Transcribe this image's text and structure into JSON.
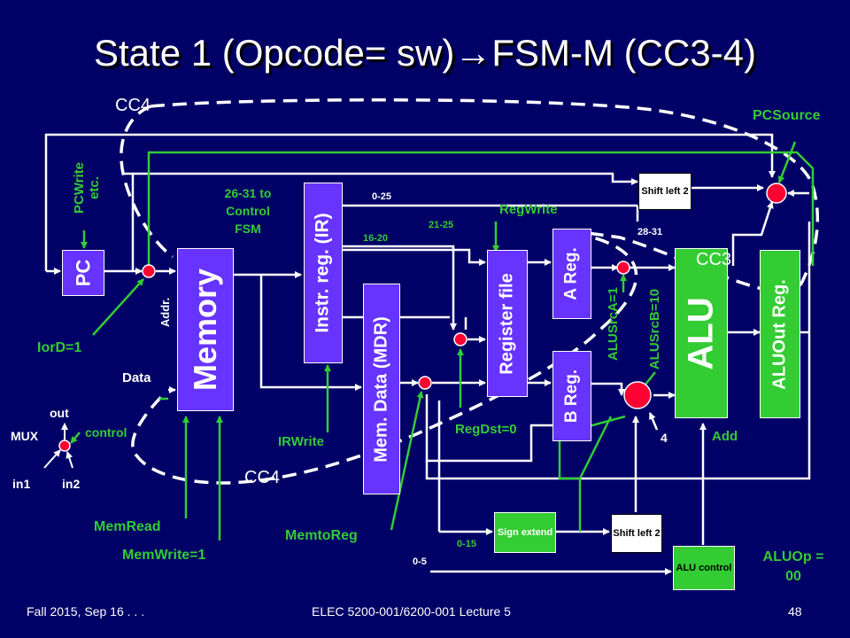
{
  "title": "State 1 (Opcode= sw)→FSM-M (CC3-4)",
  "colors": {
    "background": "#000066",
    "datapath_white": "#ffffff",
    "control_green": "#33cc33",
    "block_purple": "#6633ff",
    "block_green": "#33cc33",
    "mux_red": "#ff0033"
  },
  "blocks": {
    "pc": "PC",
    "memory": "Memory",
    "instr_reg": "Instr. reg. (IR)",
    "mdr": "Mem. Data (MDR)",
    "register_file": "Register file",
    "a_reg": "A Reg.",
    "b_reg": "B Reg.",
    "alu": "ALU",
    "aluout_reg": "ALUOut Reg.",
    "shift_left_top": "Shift left 2",
    "shift_left_bottom": "Shift left 2",
    "sign_extend": "Sign extend",
    "alu_control": "ALU control"
  },
  "labels": {
    "cc4_top": "CC4",
    "cc4_bottom": "CC4",
    "cc3": "CC3",
    "pcwrite": "PCWrite etc.",
    "pcsource": "PCSource",
    "control_fsm": "26-31 to Control FSM",
    "regwrite": "RegWrite",
    "iord": "IorD=1",
    "addr": "Addr.",
    "data": "Data",
    "irwrite": "IRWrite",
    "regdst": "RegDst=0",
    "alusrca": "ALUSrcA=1",
    "alusrcb": "ALUSrcB=10",
    "four": "4",
    "add": "Add",
    "aluop": "ALUOp = 00",
    "memread": "MemRead",
    "memwrite": "MemWrite=1",
    "memtoreg": "MemtoReg",
    "bits_0_25": "0-25",
    "bits_16_20": "16-20",
    "bits_21_25": "21-25",
    "bits_28_31": "28-31",
    "bits_0_15": "0-15",
    "bits_0_5": "0-5"
  },
  "mux_legend": {
    "mux": "MUX",
    "out": "out",
    "control": "control",
    "in1": "in1",
    "in2": "in2"
  },
  "footer": {
    "left": "Fall 2015, Sep 16 . . .",
    "center": "ELEC 5200-001/6200-001 Lecture 5",
    "page": "48"
  }
}
